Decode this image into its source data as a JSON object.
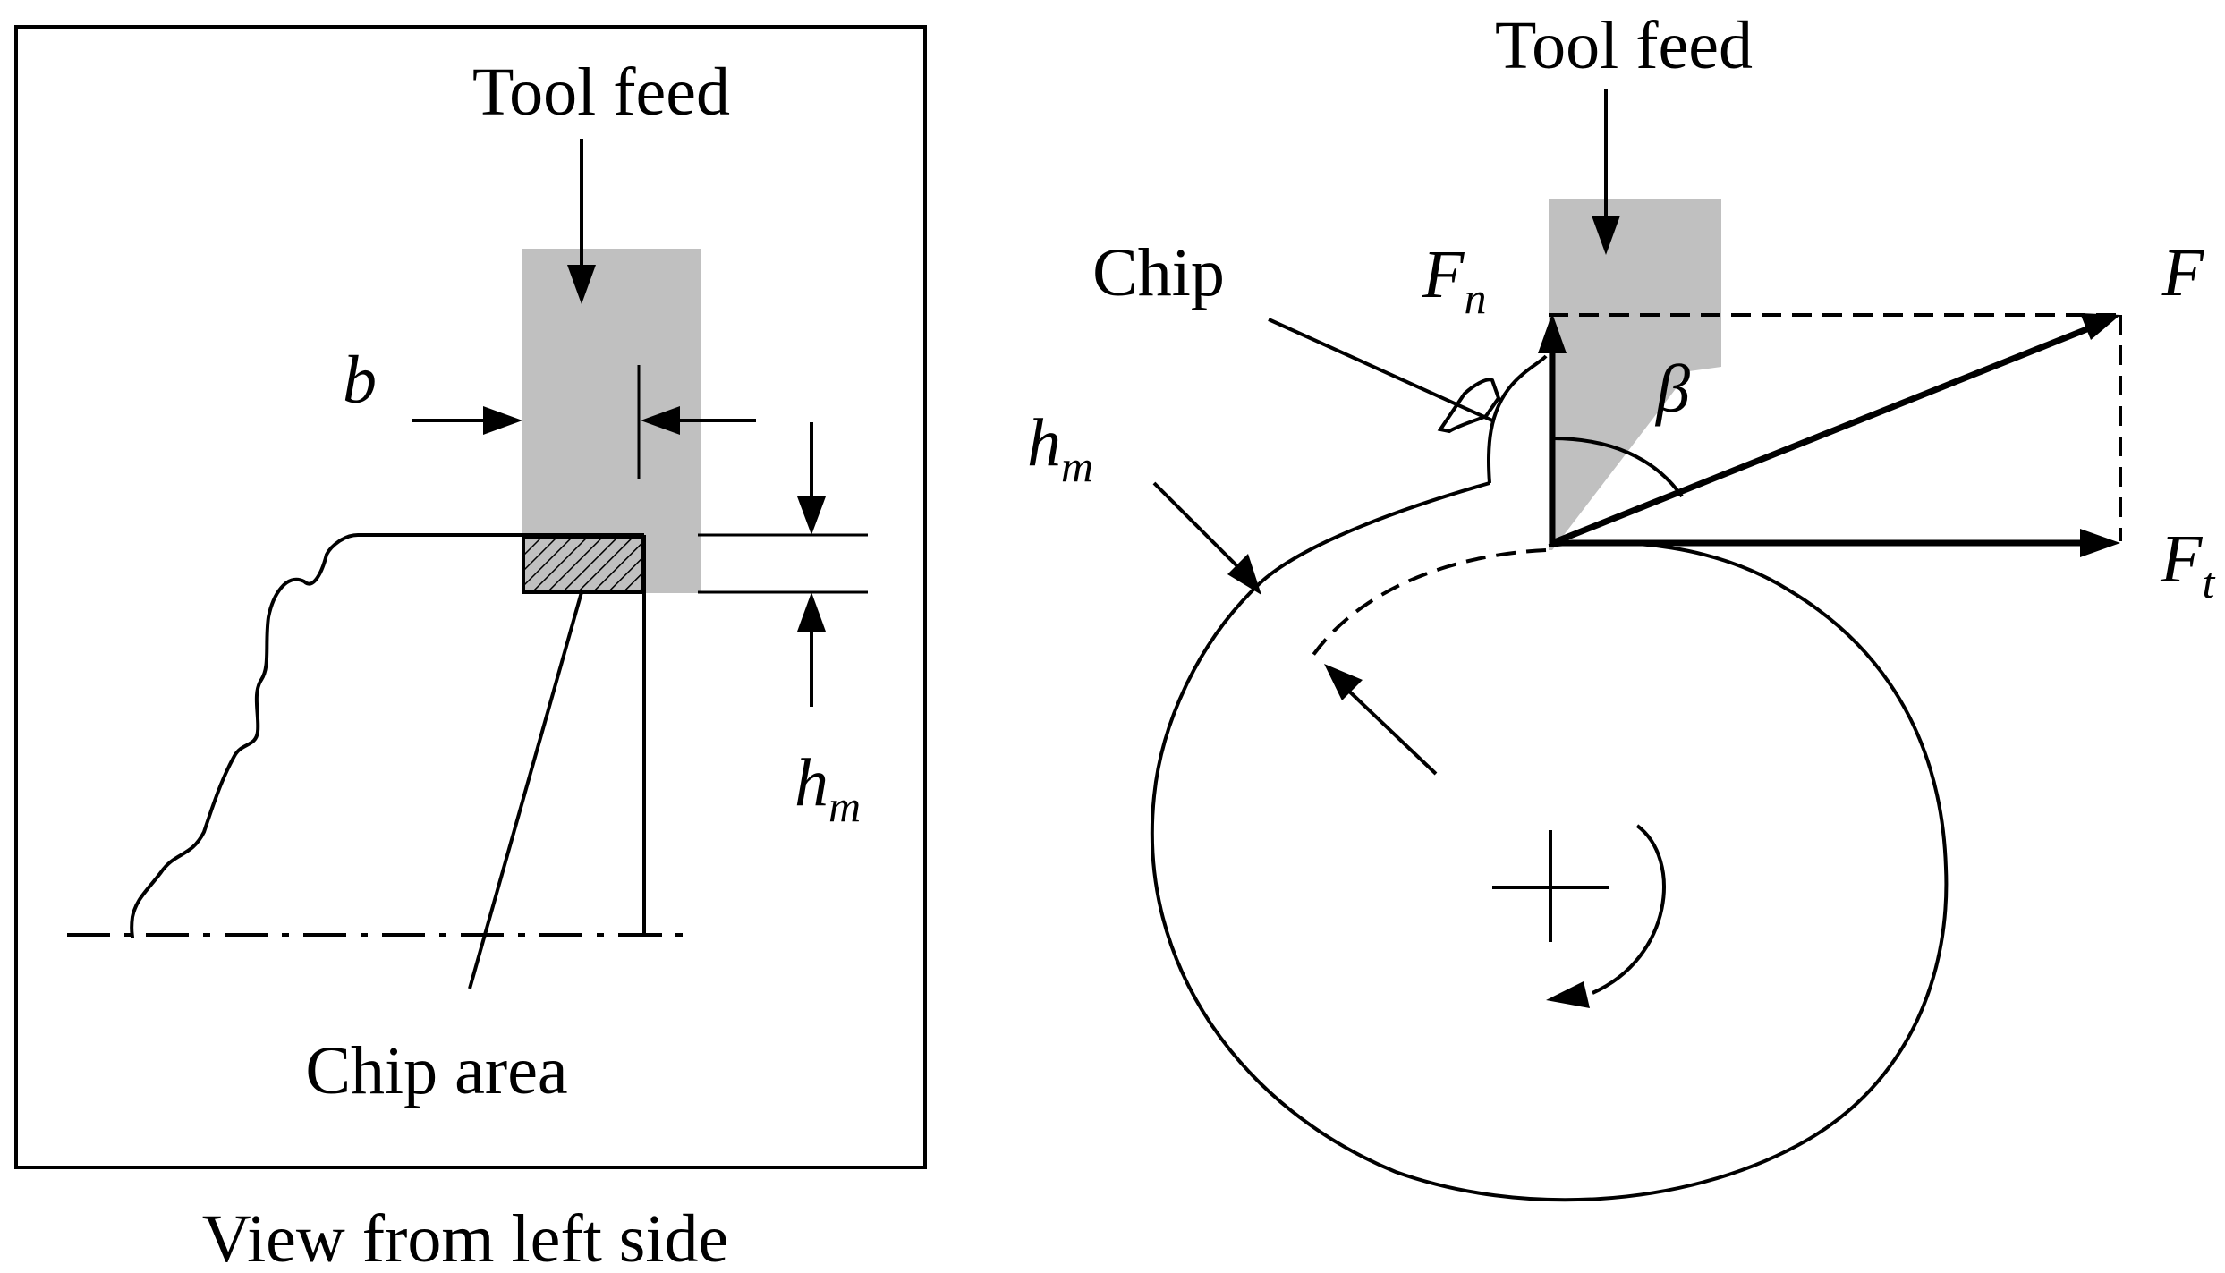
{
  "left_view": {
    "tool_feed_label": "Tool feed",
    "width_label": "b",
    "depth_label_main": "h",
    "depth_label_sub": "m",
    "chip_area_label": "Chip area",
    "caption": "View from left side"
  },
  "right_view": {
    "tool_feed_label": "Tool feed",
    "chip_label": "Chip",
    "depth_label_main": "h",
    "depth_label_sub": "m",
    "fn_label_main": "F",
    "fn_label_sub": "n",
    "resultant_label": "F",
    "ft_label_main": "F",
    "ft_label_sub": "t",
    "angle_label": "β"
  },
  "colors": {
    "tool_fill": "#c0c0c0",
    "line": "#000000",
    "background": "#ffffff"
  }
}
